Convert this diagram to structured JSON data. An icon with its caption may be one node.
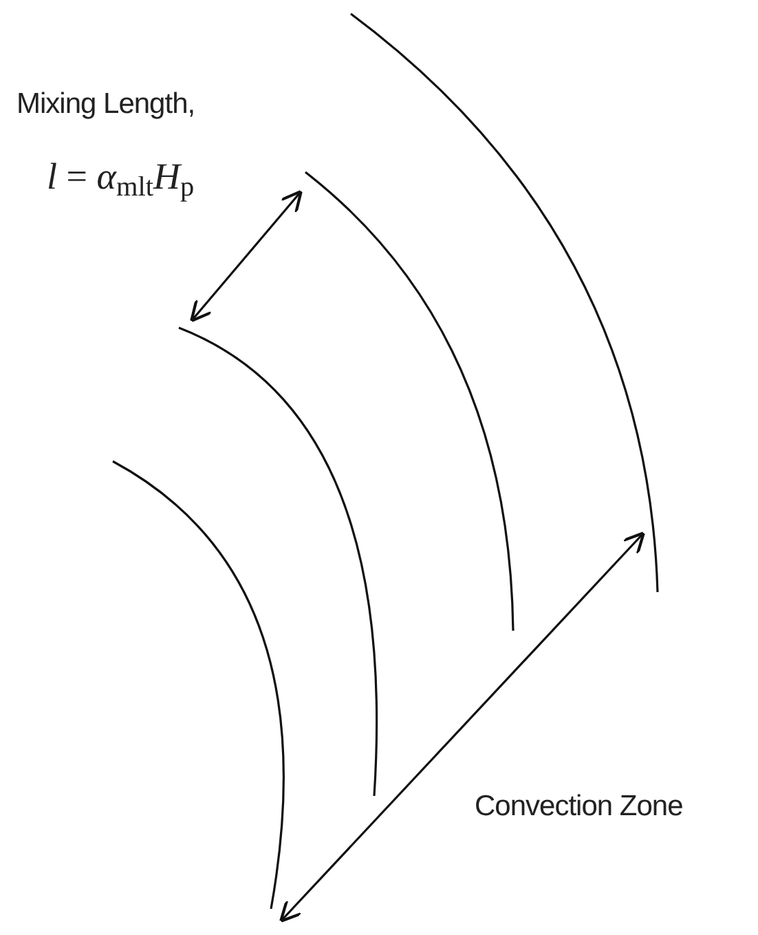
{
  "diagram": {
    "labels": [
      "Mixing Length,",
      "*l* = *α*$_{mlt}$*H*$_{p}$",
      "Convection Zone"
    ]
  }
}
